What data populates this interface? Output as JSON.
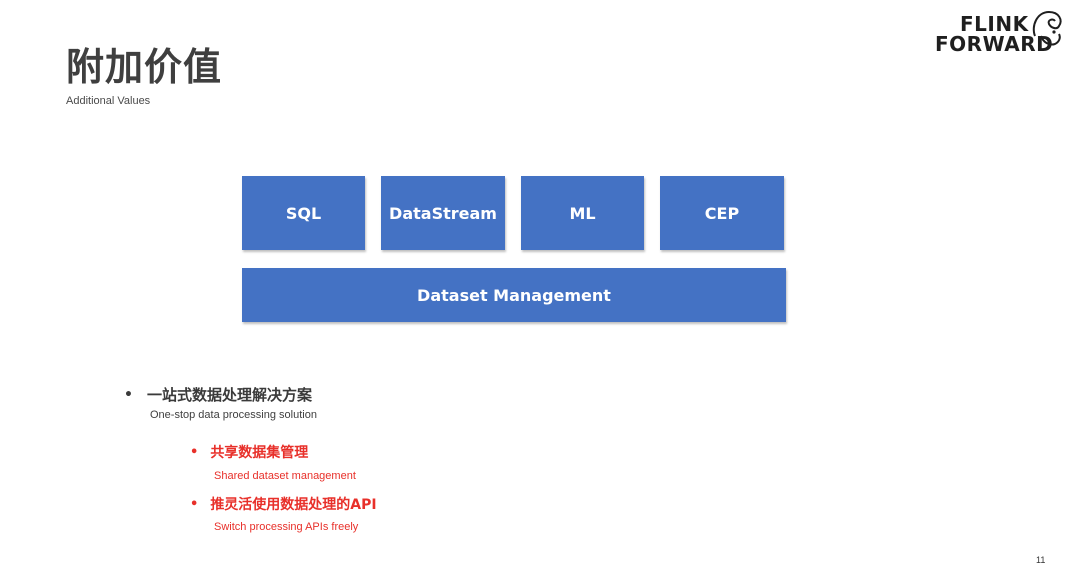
{
  "slide": {
    "title": "附加价值",
    "subtitle": "Additional Values",
    "page_number": "11"
  },
  "logo": {
    "line1": "FLINK",
    "line2": "FORWARD",
    "icon": "squirrel-icon"
  },
  "diagram": {
    "top_blocks": [
      "SQL",
      "DataStream",
      "ML",
      "CEP"
    ],
    "bottom_block": "Dataset Management",
    "block_color": "#4472c4"
  },
  "bullets": {
    "main": {
      "marker": "•",
      "label": "一站式数据处理解决方案",
      "sub": "One-stop data processing solution"
    },
    "items": [
      {
        "marker": "•",
        "label": "共享数据集管理",
        "sub": "Shared dataset management"
      },
      {
        "marker": "•",
        "label": "推灵活使用数据处理的API",
        "sub": "Switch processing APIs freely"
      }
    ],
    "accent_color": "#e8302a"
  }
}
